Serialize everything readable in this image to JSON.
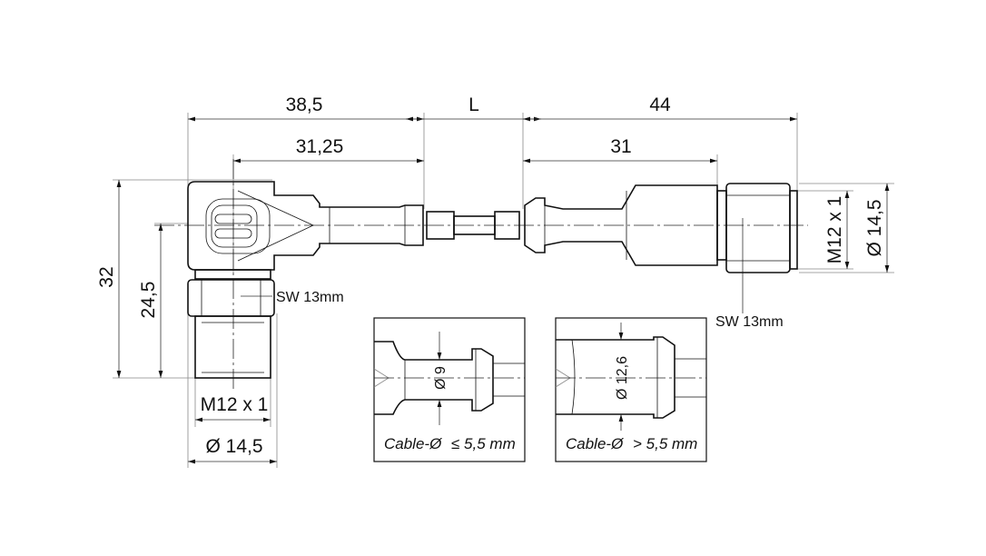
{
  "dimensions": {
    "top_left_overall": "38,5",
    "cable_length": "L",
    "top_right_overall": "44",
    "left_sub": "31,25",
    "right_sub": "31",
    "left_height": "32",
    "left_height_center": "24,5",
    "left_thread": "M12 x 1",
    "left_diameter": "Ø 14,5",
    "right_thread": "M12 x 1",
    "right_diameter": "Ø 14,5",
    "left_wrench": "SW 13mm",
    "right_wrench": "SW 13mm"
  },
  "insets": [
    {
      "diameter": "Ø 9",
      "cable_label": "Cable-Ø",
      "cable_condition": "≤ 5,5 mm"
    },
    {
      "diameter": "Ø 12,6",
      "cable_label": "Cable-Ø",
      "cable_condition": "> 5,5 mm"
    }
  ]
}
